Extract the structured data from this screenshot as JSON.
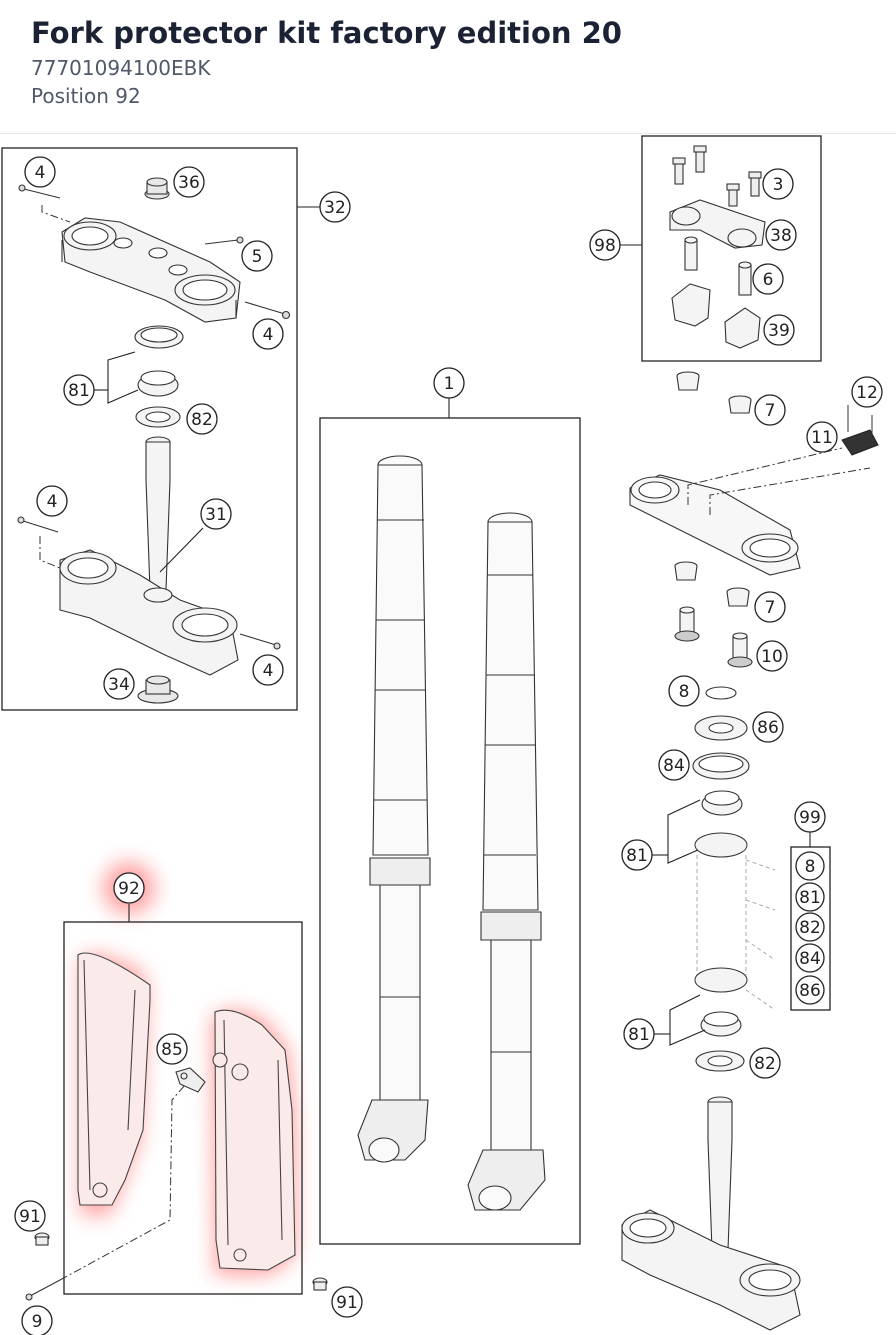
{
  "header": {
    "title": "Fork protector kit factory edition 20",
    "part_number": "77701094100EBK",
    "position": "Position 92"
  },
  "highlight": {
    "position": "92",
    "color": "#ff4d4d"
  },
  "callouts": [
    {
      "id": "c-4a",
      "label": "4"
    },
    {
      "id": "c-36",
      "label": "36"
    },
    {
      "id": "c-32",
      "label": "32"
    },
    {
      "id": "c-5",
      "label": "5"
    },
    {
      "id": "c-4b",
      "label": "4"
    },
    {
      "id": "c-81a",
      "label": "81"
    },
    {
      "id": "c-82a",
      "label": "82"
    },
    {
      "id": "c-4c",
      "label": "4"
    },
    {
      "id": "c-31",
      "label": "31"
    },
    {
      "id": "c-4d",
      "label": "4"
    },
    {
      "id": "c-34",
      "label": "34"
    },
    {
      "id": "c-1",
      "label": "1"
    },
    {
      "id": "c-98",
      "label": "98"
    },
    {
      "id": "c-3",
      "label": "3"
    },
    {
      "id": "c-38",
      "label": "38"
    },
    {
      "id": "c-6",
      "label": "6"
    },
    {
      "id": "c-39",
      "label": "39"
    },
    {
      "id": "c-12",
      "label": "12"
    },
    {
      "id": "c-7a",
      "label": "7"
    },
    {
      "id": "c-11",
      "label": "11"
    },
    {
      "id": "c-7b",
      "label": "7"
    },
    {
      "id": "c-10",
      "label": "10"
    },
    {
      "id": "c-8",
      "label": "8"
    },
    {
      "id": "c-86",
      "label": "86"
    },
    {
      "id": "c-84",
      "label": "84"
    },
    {
      "id": "c-99",
      "label": "99"
    },
    {
      "id": "c-81b",
      "label": "81"
    },
    {
      "id": "c-81c",
      "label": "81"
    },
    {
      "id": "c-82b",
      "label": "82"
    },
    {
      "id": "c-92",
      "label": "92"
    },
    {
      "id": "c-85",
      "label": "85"
    },
    {
      "id": "c-91a",
      "label": "91"
    },
    {
      "id": "c-91b",
      "label": "91"
    },
    {
      "id": "c-9",
      "label": "9"
    }
  ],
  "kit_99_list": [
    "8",
    "81",
    "82",
    "84",
    "86"
  ]
}
